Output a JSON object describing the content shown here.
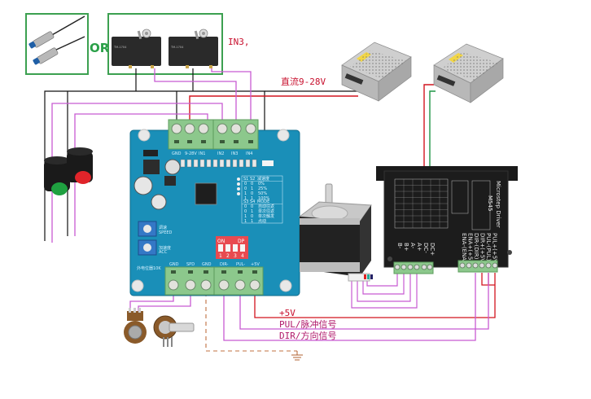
{
  "diagram": {
    "title": "Stepper motor controller wiring diagram",
    "labels": {
      "or": "OR",
      "in3": "IN3,",
      "dc_supply": "直流9-28V",
      "plus5v": "+5V",
      "pul": "PUL/脉冲信号",
      "dir": "DIR/方向信号"
    },
    "controller_board": {
      "top_terminals": [
        "GND",
        "9-28V",
        "IN1",
        "IN2",
        "IN3",
        "IN4"
      ],
      "bottom_terminals": [
        "GND",
        "SPD",
        "GND",
        "DIR-",
        "PUL-",
        "+5V"
      ],
      "speed_label": "调速",
      "speed_sub": "SPEED",
      "accel_label": "加速度",
      "accel_sub": "ACC",
      "ext_pot_label": "外电位器10K",
      "dip_switch": {
        "on_label": "ON",
        "dp_label": "DP",
        "positions": [
          "1",
          "2",
          "3",
          "4"
        ]
      },
      "speed_table": {
        "headers": [
          "S1",
          "S2",
          "减速度"
        ],
        "rows": [
          [
            "0",
            "0",
            "0%"
          ],
          [
            "0",
            "1",
            "25%"
          ],
          [
            "1",
            "0",
            "50%"
          ],
          [
            "1",
            "1",
            "100%"
          ]
        ]
      },
      "mode_table": {
        "headers": [
          "S3",
          "S4",
          "MODE"
        ],
        "rows": [
          [
            "0",
            "0",
            "自动往返"
          ],
          [
            "0",
            "1",
            "单次往返"
          ],
          [
            "1",
            "0",
            "单次触发"
          ],
          [
            "1",
            "1",
            "点动"
          ]
        ]
      }
    },
    "driver": {
      "title": "Microstep Driver",
      "model": "M545",
      "motor_terminals": [
        "B-",
        "B+",
        "A-",
        "A+",
        "DC-",
        "DC+"
      ],
      "signal_terminals": [
        "ENA-(ENA)",
        "ENA+(+5V)",
        "DIR-(DIR)",
        "DIR+(+5V)",
        "PUL-(PUL)",
        "PUL+(+5V)"
      ]
    },
    "components": {
      "proximity_sensors": "proximity-sensor",
      "limit_switches": "limit-switch",
      "push_button_green": "push-button-green",
      "push_button_red": "push-button-red",
      "power_supply_1": "power-supply",
      "power_supply_2": "power-supply",
      "stepper_motor": "stepper-motor",
      "potentiometer": "potentiometer",
      "ground": "ground-symbol"
    },
    "colors": {
      "signal_wire": "#c85ad2",
      "power_wire": "#d2141e",
      "ground_wire": "#000000",
      "supply_green": "#1e9646",
      "ground_dashed": "#c07040",
      "frame_green": "#3ca050",
      "board_blue": "#1a8fb8",
      "terminal_green": "#8cc88c"
    }
  }
}
